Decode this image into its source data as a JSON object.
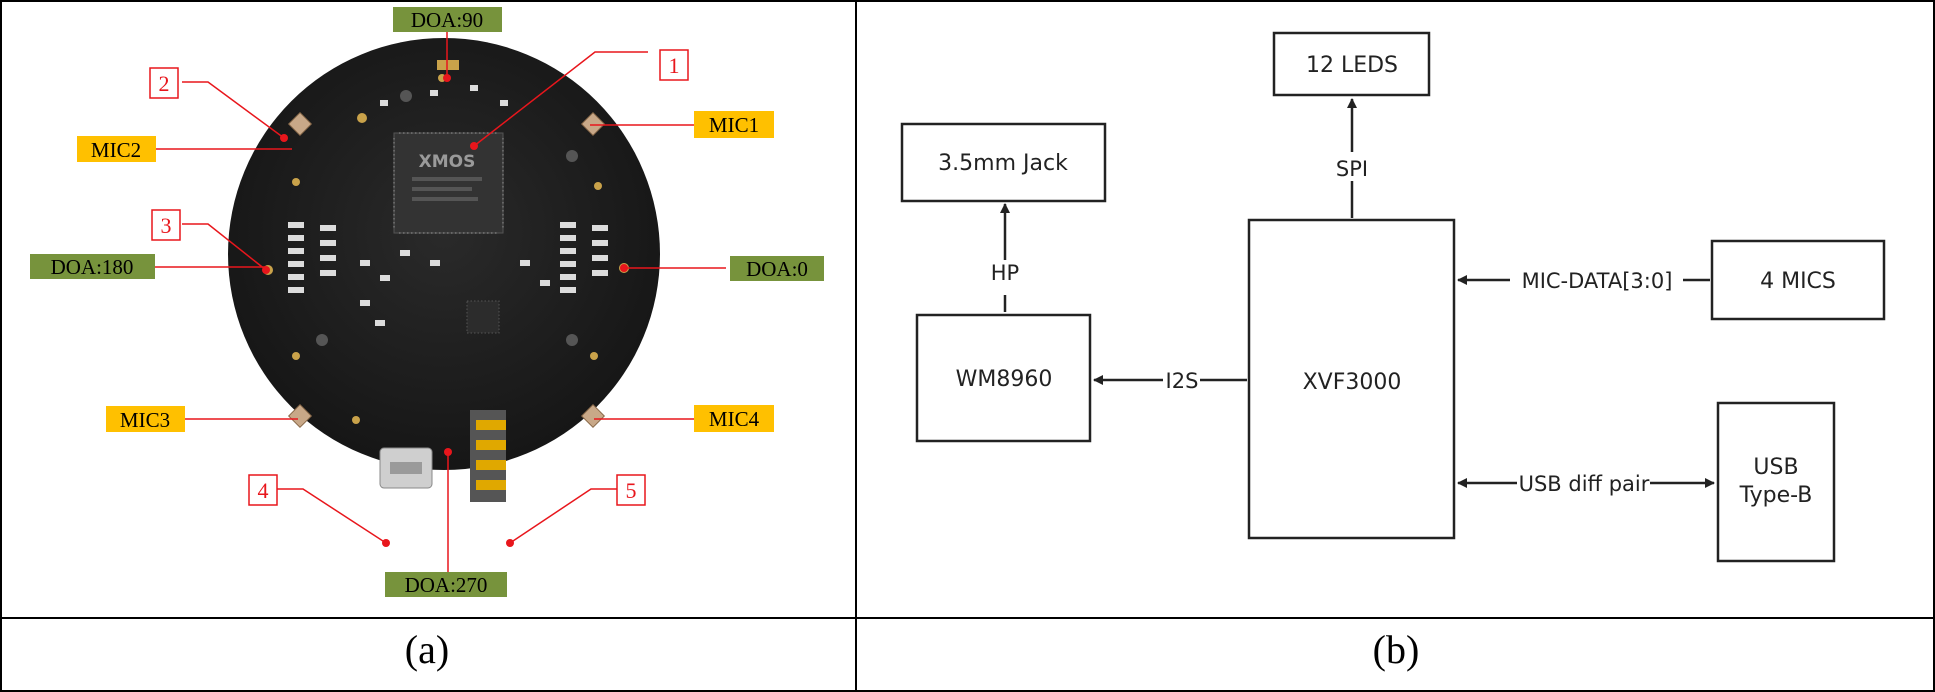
{
  "panel_a": {
    "caption": "(a)",
    "doa_labels": {
      "doa90": "DOA:90",
      "doa180": "DOA:180",
      "doa0": "DOA:0",
      "doa270": "DOA:270"
    },
    "mic_labels": {
      "mic1": "MIC1",
      "mic2": "MIC2",
      "mic3": "MIC3",
      "mic4": "MIC4"
    },
    "callouts": {
      "c1": "1",
      "c2": "2",
      "c3": "3",
      "c4": "4",
      "c5": "5"
    },
    "chip_logo": "XMOS",
    "colors": {
      "doa_fill": "#77933c",
      "mic_fill": "#ffc000",
      "callout": "#e8161c",
      "board": "#1b1b1b"
    }
  },
  "panel_b": {
    "caption": "(b)",
    "blocks": {
      "leds": "12 LEDS",
      "jack": "3.5mm Jack",
      "codec": "WM8960",
      "dsp": "XVF3000",
      "mics": "4 MICS",
      "usb_line1": "USB",
      "usb_line2": "Type-B"
    },
    "signals": {
      "spi": "SPI",
      "hp": "HP",
      "i2s": "I2S",
      "mic_data": "MIC-DATA[3:0]",
      "usb_diff": "USB diff pair"
    }
  }
}
